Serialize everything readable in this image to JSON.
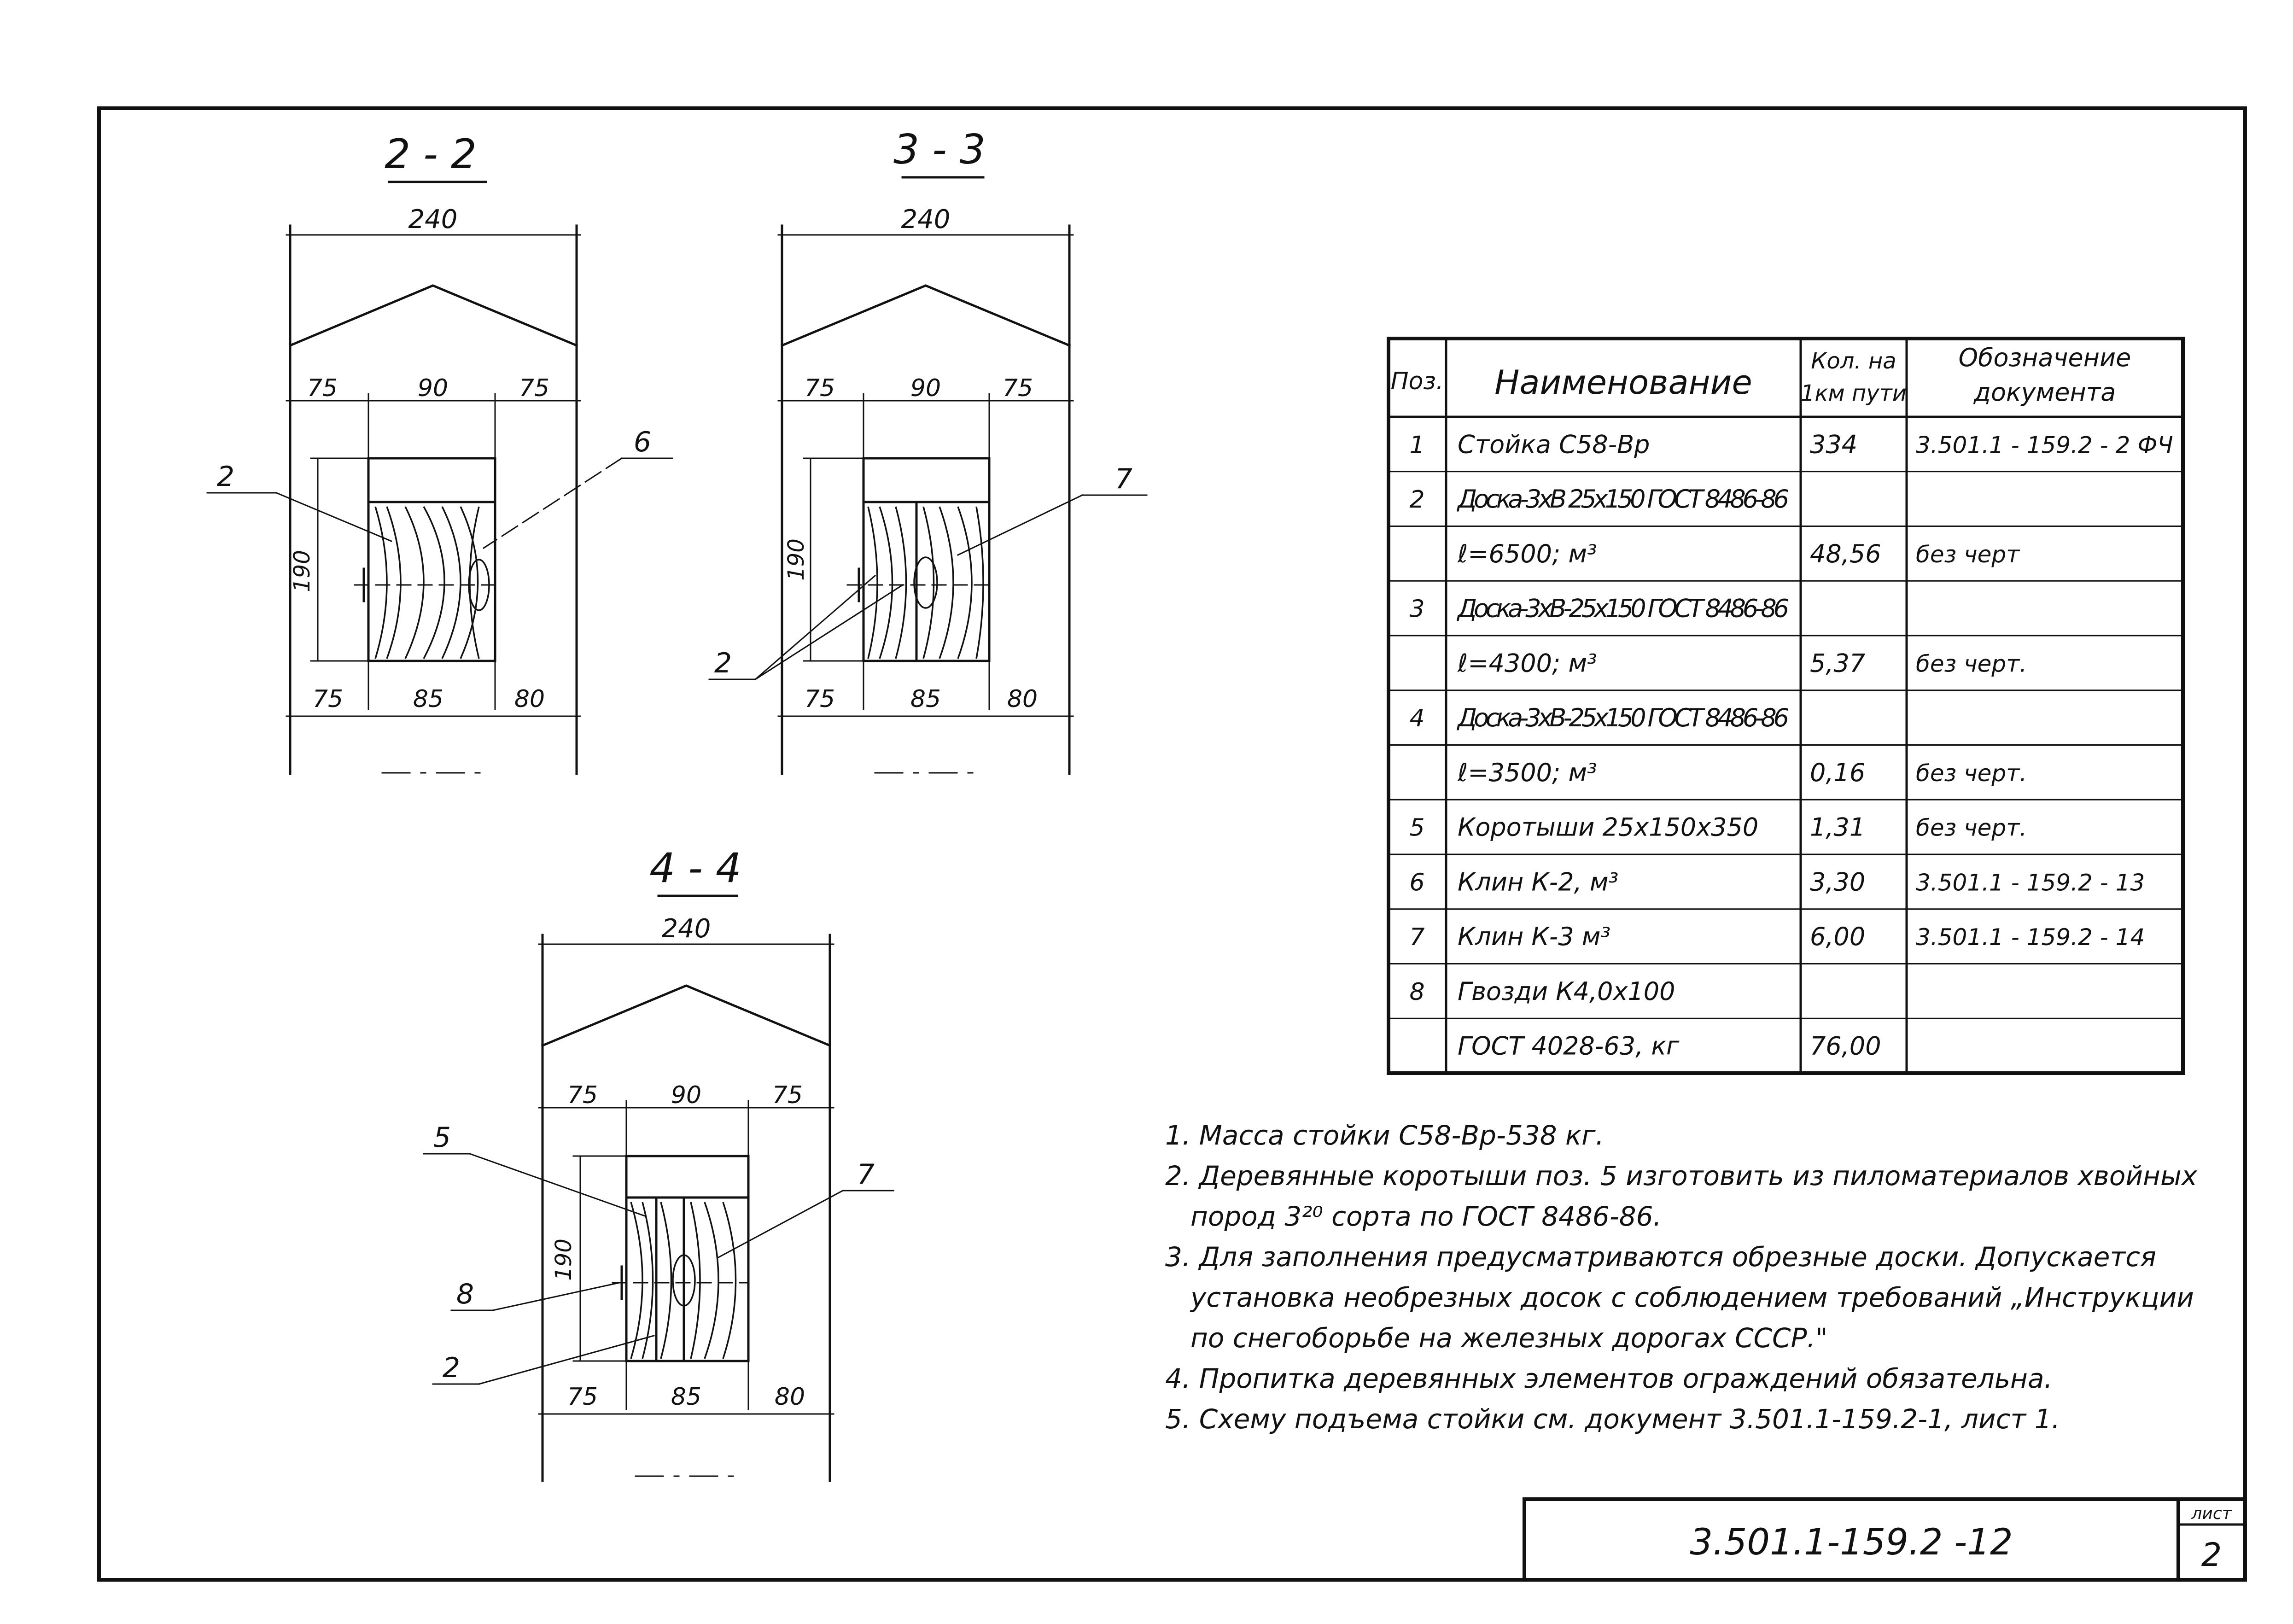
{
  "sections": [
    {
      "id": "2-2",
      "title": "2 - 2",
      "total": "240",
      "top_dims": [
        "75",
        "90",
        "75"
      ],
      "bottom_dims": [
        "75",
        "85",
        "80"
      ],
      "height": "190",
      "callouts": [
        "2",
        "6"
      ]
    },
    {
      "id": "3-3",
      "title": "3 - 3",
      "total": "240",
      "top_dims": [
        "75",
        "90",
        "75"
      ],
      "bottom_dims": [
        "75",
        "85",
        "80"
      ],
      "height": "190",
      "callouts": [
        "7",
        "2"
      ]
    },
    {
      "id": "4-4",
      "title": "4 - 4",
      "total": "240",
      "top_dims": [
        "75",
        "90",
        "75"
      ],
      "bottom_dims": [
        "75",
        "85",
        "80"
      ],
      "height": "190",
      "callouts": [
        "5",
        "7",
        "8",
        "2"
      ]
    }
  ],
  "spec_table": {
    "headers": [
      "Поз.",
      "Наименование",
      "Кол. на 1км пути",
      "Обозначение документа"
    ],
    "rows": [
      [
        "1",
        "Стойка С58-Вр",
        "334",
        "3.501.1 - 159.2 - 2 ФЧ"
      ],
      [
        "2",
        "Доска-3хВ 25х150 ГОСТ 8486-86",
        "",
        ""
      ],
      [
        "",
        "ℓ=6500; м³",
        "48,56",
        "без черт"
      ],
      [
        "3",
        "Доска-3хВ-25х150 ГОСТ 8486-86",
        "",
        ""
      ],
      [
        "",
        "ℓ=4300; м³",
        "5,37",
        "без черт."
      ],
      [
        "4",
        "Доска-3хВ-25х150 ГОСТ 8486-86",
        "",
        ""
      ],
      [
        "",
        "ℓ=3500; м³",
        "0,16",
        "без черт."
      ],
      [
        "5",
        "Коротыши 25х150х350",
        "1,31",
        "без черт."
      ],
      [
        "6",
        "Клин К-2, м³",
        "3,30",
        "3.501.1 - 159.2 - 13"
      ],
      [
        "7",
        "Клин К-3 м³",
        "6,00",
        "3.501.1 - 159.2 - 14"
      ],
      [
        "8",
        "Гвозди К4,0х100",
        "",
        ""
      ],
      [
        "",
        "ГОСТ 4028-63, кг",
        "76,00",
        ""
      ]
    ]
  },
  "notes": [
    "1. Масса стойки С58-Вр-538 кг.",
    "2. Деревянные коротыши поз. 5 изготовить из пиломатериалов хвойных",
    "пород 3²⁰ сорта по ГОСТ 8486-86.",
    "3. Для заполнения предусматриваются обрезные доски. Допускается",
    "установка необрезных досок с соблюдением требований „Инструкции",
    "по снегоборьбе на железных дорогах СССР.\"",
    "4. Пропитка деревянных элементов ограждений обязательна.",
    "5. Схему подъема стойки см. документ 3.501.1-159.2-1, лист 1."
  ],
  "title_block": {
    "doc_number": "3.501.1-159.2 -12",
    "sheet_label": "лист",
    "sheet_number": "2"
  }
}
